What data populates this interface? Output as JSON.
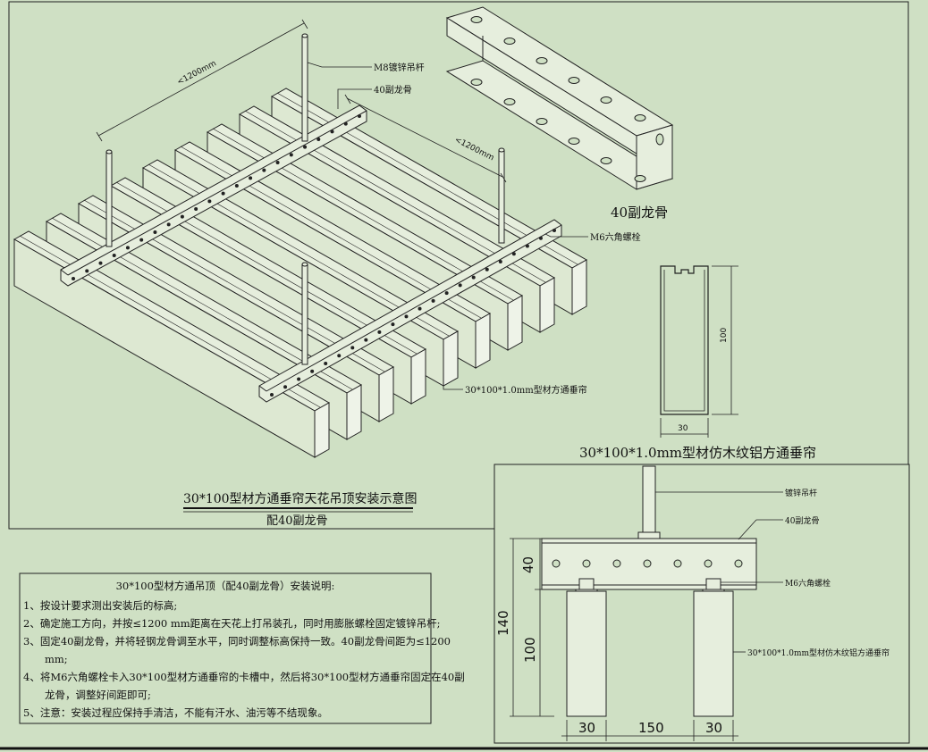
{
  "labels": {
    "m8_rod": "M8镀锌吊杆",
    "sub_keel_top": "40副龙骨",
    "dim_1200_a": "<1200mm",
    "dim_1200_b": "<1200mm",
    "m6_bolt": "M6六角螺栓",
    "tube_label": "30*100*1.0mm型材方通垂帘",
    "keel_caption": "40副龙骨",
    "section_100": "100",
    "section_30": "30",
    "section_caption": "30*100*1.0mm型材仿木纹铝方通垂帘",
    "main_title": "30*100型材方通垂帘天花吊顶安装示意图",
    "main_subtitle": "配40副龙骨"
  },
  "detail": {
    "rod": "镀锌吊杆",
    "keel": "40副龙骨",
    "bolt": "M6六角螺栓",
    "tube": "30*100*1.0mm型材仿木纹铝方通垂帘",
    "dim_40": "40",
    "dim_140": "140",
    "dim_100": "100",
    "dim_30a": "30",
    "dim_150": "150",
    "dim_30b": "30"
  },
  "notes": {
    "title": "30*100型材方通吊顶（配40副龙骨）安装说明:",
    "l1": "1、按设计要求测出安装后的标高;",
    "l2": "2、确定施工方向，并按≤1200 mm距离在天花上打吊装孔，同时用膨胀螺栓固定镀锌吊杆;",
    "l3": "3、固定40副龙骨，并将轻钢龙骨调至水平，同时调整标高保持一致。40副龙骨间距为≤1200",
    "l3b": "mm;",
    "l4": "4、将M6六角螺栓卡入30*100型材方通垂帘的卡槽中，然后将30*100型材方通垂帘固定在40副",
    "l4b": "龙骨，调整好间距即可;",
    "l5": "5、注意：安装过程应保持手清洁，不能有汗水、油污等不结现象。"
  }
}
